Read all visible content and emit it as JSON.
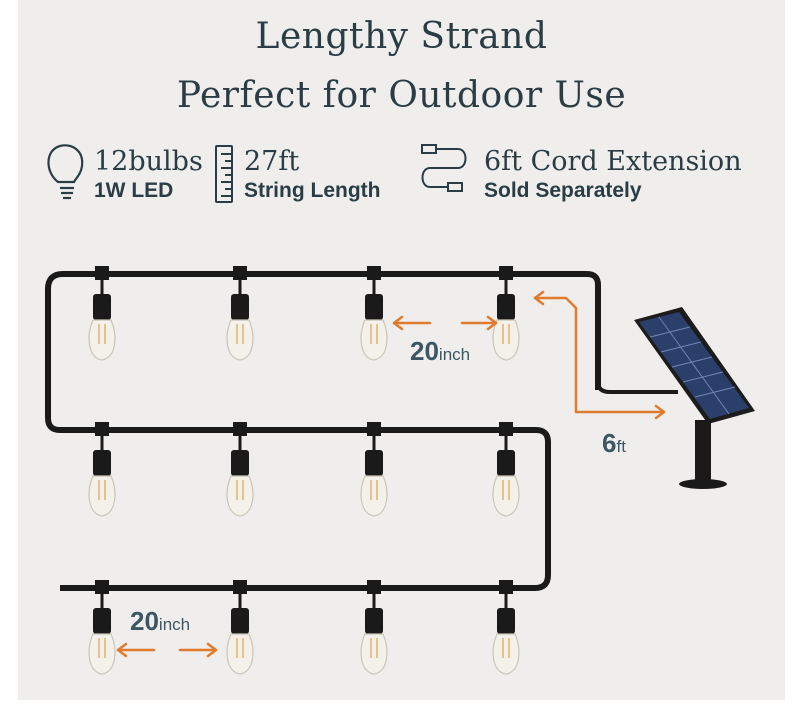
{
  "heading": {
    "line1": "Lengthy Strand",
    "line2": "Perfect for Outdoor Use"
  },
  "specs": [
    {
      "icon": "bulb-icon",
      "big": "12bulbs",
      "small": "1W LED"
    },
    {
      "icon": "ruler-icon",
      "big": "27ft",
      "small": "String Length"
    },
    {
      "icon": "extension-cord-icon",
      "big": "6ft Cord Extension",
      "small": "Sold Separately"
    }
  ],
  "dimensions": {
    "bulb_spacing_top": {
      "value": "20",
      "unit": "inch"
    },
    "cable_length": {
      "value": "6",
      "unit": "ft"
    },
    "bulb_spacing_bottom": {
      "value": "20",
      "unit": "inch"
    }
  },
  "bulb_count": 12,
  "colors": {
    "text": "#2a3d44",
    "accent_arrow": "#e07a2c",
    "cable": "#1a1a1a",
    "background": "#efeeed",
    "solar_panel": "#2b3f6b"
  }
}
